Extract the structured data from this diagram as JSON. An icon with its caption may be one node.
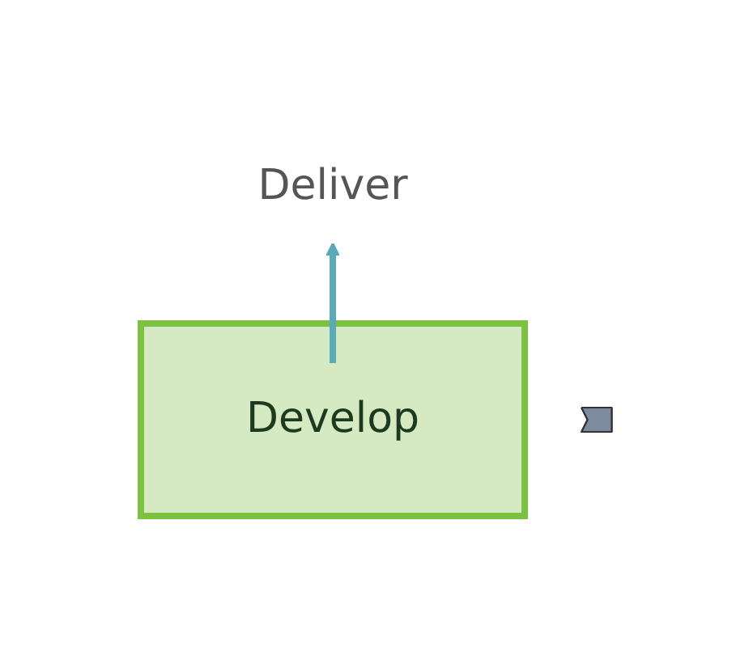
{
  "diagram": {
    "nodes": [
      {
        "text": [
          "Deliver"
        ]
      },
      {
        "text": [],
        "shape": "callout"
      },
      {
        "text": [],
        "shape": "band"
      },
      {
        "text": [
          "Develop"
        ],
        "in": 2
      }
    ],
    "edges": [
      {
        "from": 3,
        "to": 0,
        "arrow": "to",
        "color": "#5aaab8"
      }
    ]
  }
}
